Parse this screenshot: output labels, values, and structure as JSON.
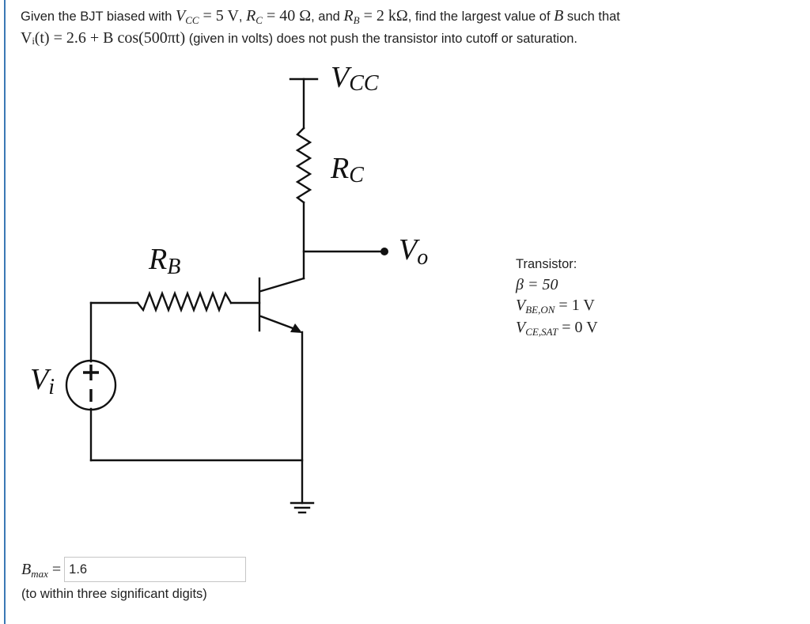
{
  "question": {
    "p1": "Given the BJT biased with ",
    "vcc_sym": "V",
    "vcc_sub": "CC",
    "vcc_val": " = 5 V",
    "sep1": ", ",
    "rc_sym": "R",
    "rc_sub": "C",
    "rc_val": " = 40 Ω",
    "sep2": ", and ",
    "rb_sym": "R",
    "rb_sub": "B",
    "rb_val": " = 2 kΩ",
    "p2": ", find the largest value of ",
    "b_sym": "B",
    "p3": " such that",
    "vi_expr": "Vᵢ(t) = 2.6 + B cos(500πt)",
    "p4": " (given in volts) does not push the transistor into cutoff or saturation."
  },
  "circuit": {
    "vcc_label": "V",
    "vcc_label_sub": "CC",
    "rc_label": "R",
    "rc_label_sub": "C",
    "rb_label": "R",
    "rb_label_sub": "B",
    "vo_label": "V",
    "vo_label_sub": "o",
    "vi_label": "V",
    "vi_label_sub": "i"
  },
  "specs": {
    "title": "Transistor:",
    "beta": "β = 50",
    "vbe_sym": "V",
    "vbe_sub": "BE,ON",
    "vbe_val": " = 1 V",
    "vce_sym": "V",
    "vce_sub": "CE,SAT",
    "vce_val": " = 0 V"
  },
  "answer": {
    "label_sym": "B",
    "label_sub": "max",
    "label_eq": " =",
    "value": "1.6",
    "hint": "(to within three significant digits)"
  }
}
